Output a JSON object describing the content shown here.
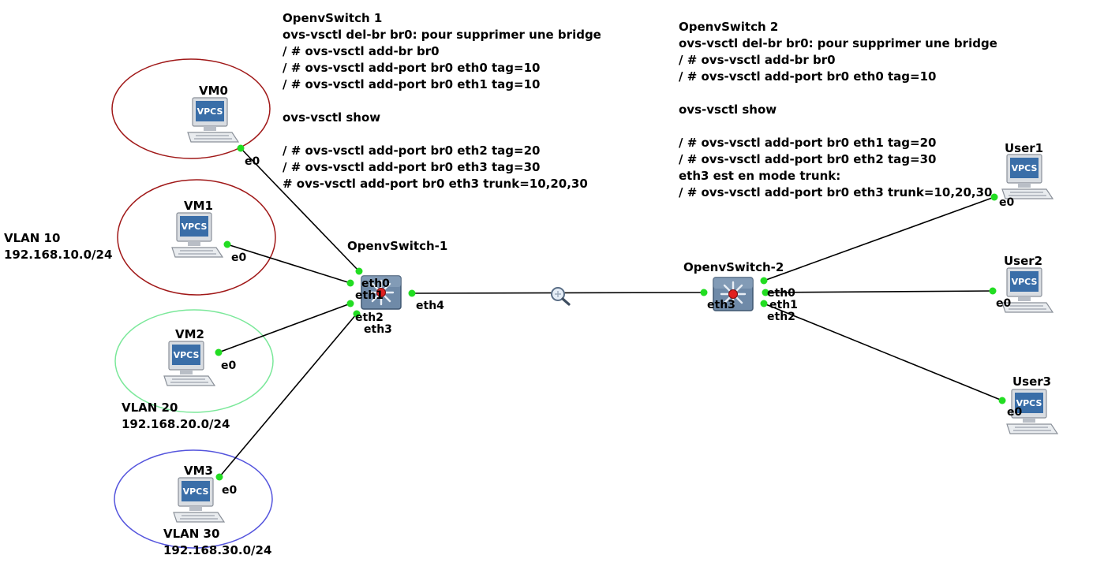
{
  "notes": {
    "switch1": [
      "OpenvSwitch 1",
      "ovs-vsctl del-br br0: pour supprimer une bridge",
      "/ # ovs-vsctl add-br br0",
      "/ # ovs-vsctl add-port br0 eth0 tag=10",
      "/ # ovs-vsctl add-port br0 eth1 tag=10",
      "",
      "ovs-vsctl show",
      "",
      " / # ovs-vsctl add-port br0 eth2 tag=20",
      " / # ovs-vsctl add-port br0 eth3 tag=30",
      " # ovs-vsctl add-port br0 eth3 trunk=10,20,30"
    ],
    "switch2": [
      "OpenvSwitch 2",
      "ovs-vsctl del-br br0: pour supprimer une bridge",
      "/ # ovs-vsctl add-br br0",
      "/ # ovs-vsctl add-port br0 eth0 tag=10",
      "",
      "ovs-vsctl show",
      "",
      "/ # ovs-vsctl add-port br0 eth1 tag=20",
      "/ # ovs-vsctl add-port br0 eth2 tag=30",
      "eth3 est en mode trunk:",
      "/ # ovs-vsctl add-port br0 eth3 trunk=10,20,30"
    ]
  },
  "vlans": {
    "vlan10": {
      "name": "VLAN 10",
      "subnet": "192.168.10.0/24",
      "color": "#a01818"
    },
    "vlan20": {
      "name": "VLAN 20",
      "subnet": "192.168.20.0/24",
      "color": "#7be89a"
    },
    "vlan30": {
      "name": "VLAN 30",
      "subnet": "192.168.30.0/24",
      "color": "#5555dd"
    }
  },
  "nodes": {
    "vm0": {
      "name": "VM0",
      "type": "VPCS",
      "port": "e0"
    },
    "vm1": {
      "name": "VM1",
      "type": "VPCS",
      "port": "e0"
    },
    "vm2": {
      "name": "VM2",
      "type": "VPCS",
      "port": "e0"
    },
    "vm3": {
      "name": "VM3",
      "type": "VPCS",
      "port": "e0"
    },
    "user1": {
      "name": "User1",
      "type": "VPCS",
      "port": "e0"
    },
    "user2": {
      "name": "User2",
      "type": "VPCS",
      "port": "e0"
    },
    "user3": {
      "name": "User3",
      "type": "VPCS",
      "port": "e0"
    },
    "ovs1": {
      "name": "OpenvSwitch-1",
      "ports": [
        "eth0",
        "eth1",
        "eth2",
        "eth3",
        "eth4"
      ]
    },
    "ovs2": {
      "name": "OpenvSwitch-2",
      "ports": [
        "eth0",
        "eth1",
        "eth2",
        "eth3"
      ]
    }
  },
  "colors": {
    "link": "#000000",
    "port_dot": "#22dd22",
    "switch_body": "#6f8aa8",
    "switch_led": "#e02020",
    "vpcs_screen": "#3a6ea8"
  },
  "icons": {
    "capture": "magnifier-icon",
    "vpcs": "computer-icon",
    "switch": "multilayer-switch-icon"
  }
}
